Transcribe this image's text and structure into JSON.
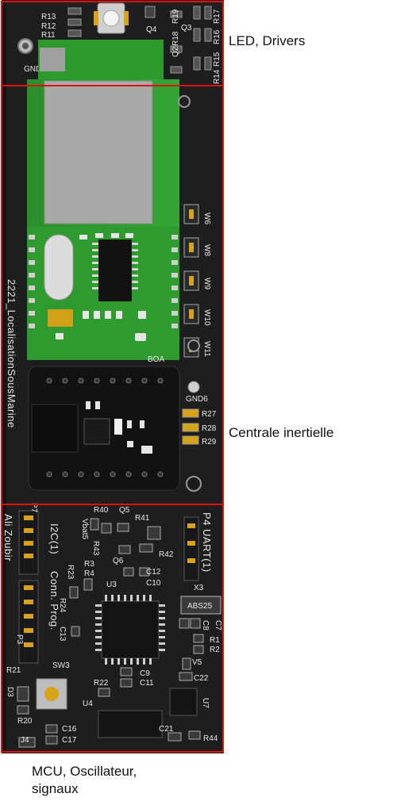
{
  "colors": {
    "pcb": "#202020",
    "pcb_dark": "#151515",
    "silkscreen": "#e8e8e8",
    "module_green": "#2f9a2f",
    "module_green_dark": "#237a23",
    "frame_red": "#e01010",
    "gold": "#d9a21b"
  },
  "sections": [
    {
      "id": "led",
      "label": "LED, Drivers"
    },
    {
      "id": "imu",
      "label": "Centrale inertielle"
    },
    {
      "id": "mcu",
      "label_lines": [
        "MCU, Oscillateur,",
        "signaux"
      ]
    }
  ],
  "silkscreen": {
    "top": [
      "R13",
      "R12",
      "R11",
      "Q4",
      "R19",
      "Q3",
      "R17",
      "R18",
      "R16",
      "Q2",
      "R15",
      "R14",
      "GND"
    ],
    "middle": [
      "2221_LocalisationSousMarine",
      "W6",
      "W8",
      "W9",
      "W10",
      "W11",
      "GND6",
      "R27",
      "R28",
      "R29",
      "BOA"
    ],
    "bottom": [
      "P7",
      "Ali Zoubir",
      "I2C(1)",
      "Conn. Prog.",
      "P3",
      "R40",
      "Q5",
      "Vbat5",
      "R41",
      "R43",
      "Q6",
      "R42",
      "P4 UART(1)",
      "R23",
      "R3",
      "R4",
      "C12",
      "C10",
      "U3",
      "R24",
      "C13",
      "X3",
      "ABS25",
      "C8",
      "C7",
      "R1",
      "R2",
      "V5",
      "R21",
      "SW3",
      "C22",
      "D3",
      "R22",
      "C9",
      "C11",
      "U4",
      "U7",
      "R20",
      "C16",
      "C21",
      "J4",
      "C17",
      "R44"
    ]
  }
}
